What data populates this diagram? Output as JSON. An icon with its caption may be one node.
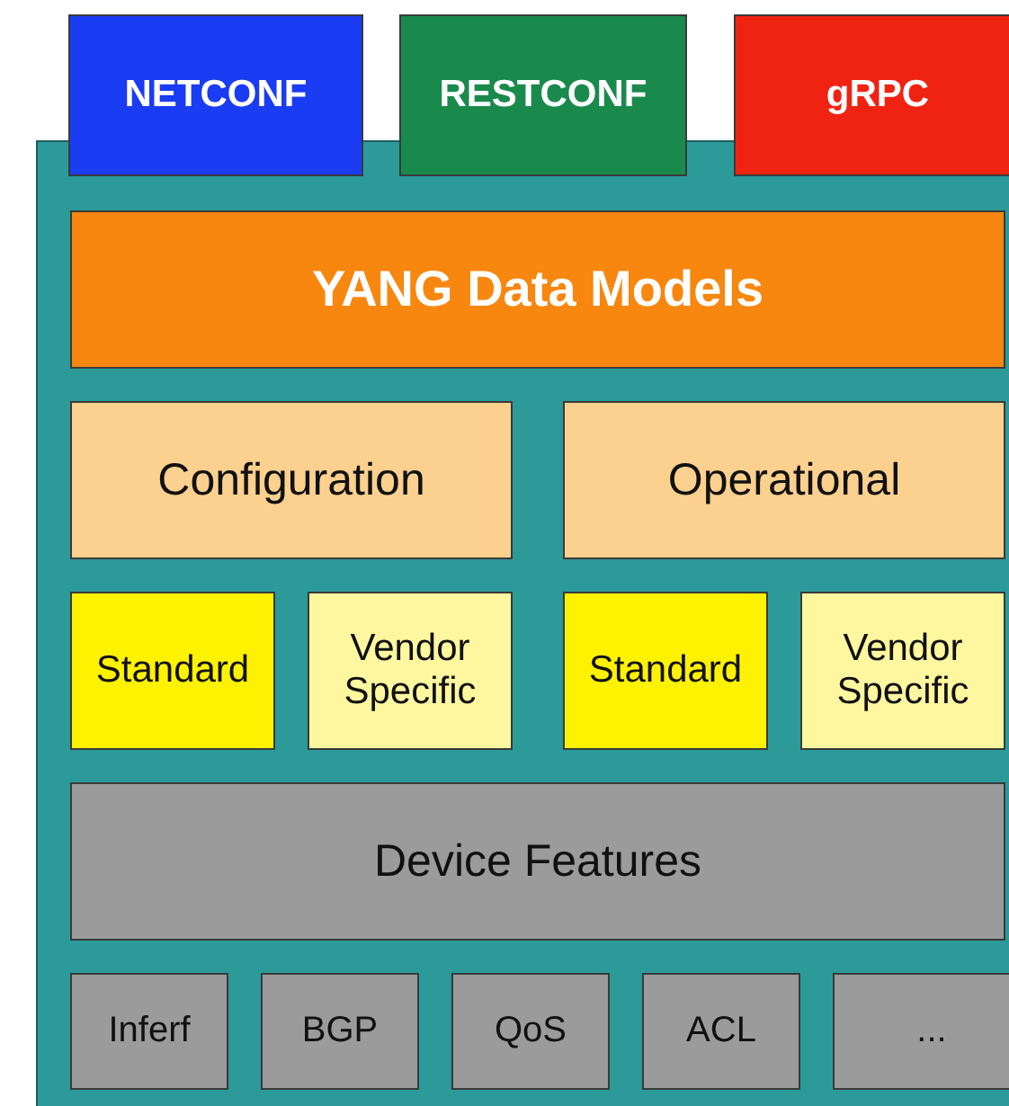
{
  "diagram": {
    "nodes": [
      {
        "text": [],
        "shape": "box"
      },
      {
        "text": [
          "NETCONF"
        ]
      },
      {
        "text": [
          "RESTCONF"
        ]
      },
      {
        "text": [
          "gRPC"
        ]
      },
      {
        "text": [
          "YANG Data Models"
        ],
        "in": 0
      },
      {
        "text": [
          "Configuration"
        ],
        "in": 0
      },
      {
        "text": [
          "Operational"
        ],
        "in": 0
      },
      {
        "text": [
          "Standard"
        ],
        "in": 0
      },
      {
        "text": [
          "Vendor Specific"
        ],
        "in": 0
      },
      {
        "text": [
          "Standard"
        ],
        "in": 0
      },
      {
        "text": [
          "Vendor Specific"
        ],
        "in": 0
      },
      {
        "text": [
          "Device Features"
        ],
        "in": 0
      },
      {
        "text": [
          "Inferf"
        ],
        "in": 0
      },
      {
        "text": [
          "BGP"
        ],
        "in": 0
      },
      {
        "text": [
          "QoS"
        ],
        "in": 0
      },
      {
        "text": [
          "ACL"
        ],
        "in": 0
      },
      {
        "text": [
          "..."
        ],
        "in": 0
      }
    ]
  }
}
